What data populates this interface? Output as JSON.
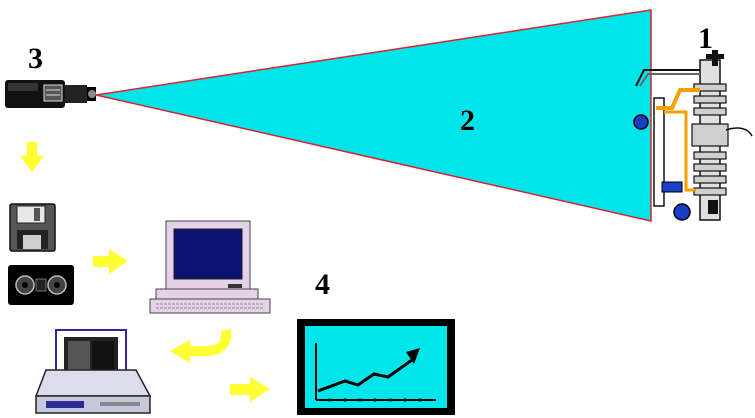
{
  "labels": {
    "one": "1",
    "two": "2",
    "three": "3",
    "four": "4"
  },
  "colors": {
    "beam": "#00e5ea",
    "beam_edge": "#e02030",
    "arrow": "#ffff33",
    "monitor_bezel": "#000000",
    "monitor_screen": "#00e5ea",
    "computer_case": "#e6d2e8",
    "computer_screen": "#0a1470",
    "printer_frame": "#2a2a9a",
    "printer_body": "#dcdcec"
  },
  "icons": [
    "video-camera-icon",
    "floppy-disk-icon",
    "videotape-icon",
    "computer-icon",
    "printer-icon",
    "graph-monitor-icon",
    "arrester-icon"
  ]
}
